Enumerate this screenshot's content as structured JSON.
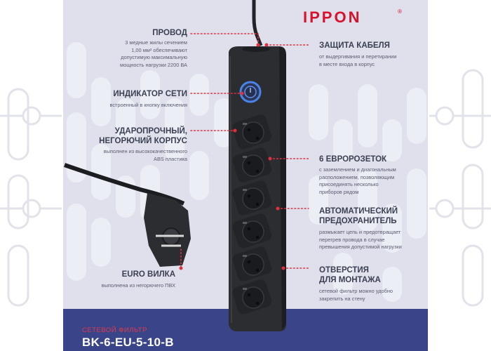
{
  "brand": {
    "logo": "IPPON",
    "reg": "®"
  },
  "features": {
    "wire": {
      "title": "ПРОВОД",
      "desc": [
        "3 медные жилы сечением",
        "1,00 мм² обеспечивают",
        "допустимую максимальную",
        "мощность нагрузки 2200 ВА"
      ]
    },
    "indicator": {
      "title": "ИНДИКАТОР СЕТИ",
      "desc": [
        "встроенный в кнопку включения"
      ]
    },
    "case": {
      "title": [
        "УДАРОПРОЧНЫЙ,",
        "НЕГОРЮЧИЙ КОРПУС"
      ],
      "desc": [
        "выполнен из высококачественного",
        "ABS пластика"
      ]
    },
    "plug": {
      "title": "EURO ВИЛКА",
      "desc": [
        "выполнена из негорючего ПВХ"
      ]
    },
    "cable_protection": {
      "title": "ЗАЩИТА КАБЕЛЯ",
      "desc": [
        "от выдергивания и перетирании",
        "в месте входа в корпус"
      ]
    },
    "sockets": {
      "title": "6 ЕВРОРОЗЕТОК",
      "desc": [
        "с заземлением и диагональным",
        "расположением, позволяющим",
        "присоединять несколько",
        "приборов рядом"
      ]
    },
    "fuse": {
      "title": [
        "АВТОМАТИЧЕСКИЙ",
        "ПРЕДОХРАНИТЕЛЬ"
      ],
      "desc": [
        "размыкает цепь и предотвращает",
        "перегрев провода в случае",
        "превышения допустимой нагрузки"
      ]
    },
    "mounting": {
      "title": [
        "ОТВЕРСТИЯ",
        "ДЛЯ МОНТАЖА"
      ],
      "desc": [
        "сетевой фильтр можно удобно",
        "закрепить на стену"
      ]
    }
  },
  "footer": {
    "label": "СЕТЕВОЙ ФИЛЬТР",
    "model": "BK-6-EU-5-10-B"
  },
  "colors": {
    "panel": "#dfe0ec",
    "bar": "#3a4488",
    "accent": "#e03040",
    "body": "#2e2f33"
  }
}
